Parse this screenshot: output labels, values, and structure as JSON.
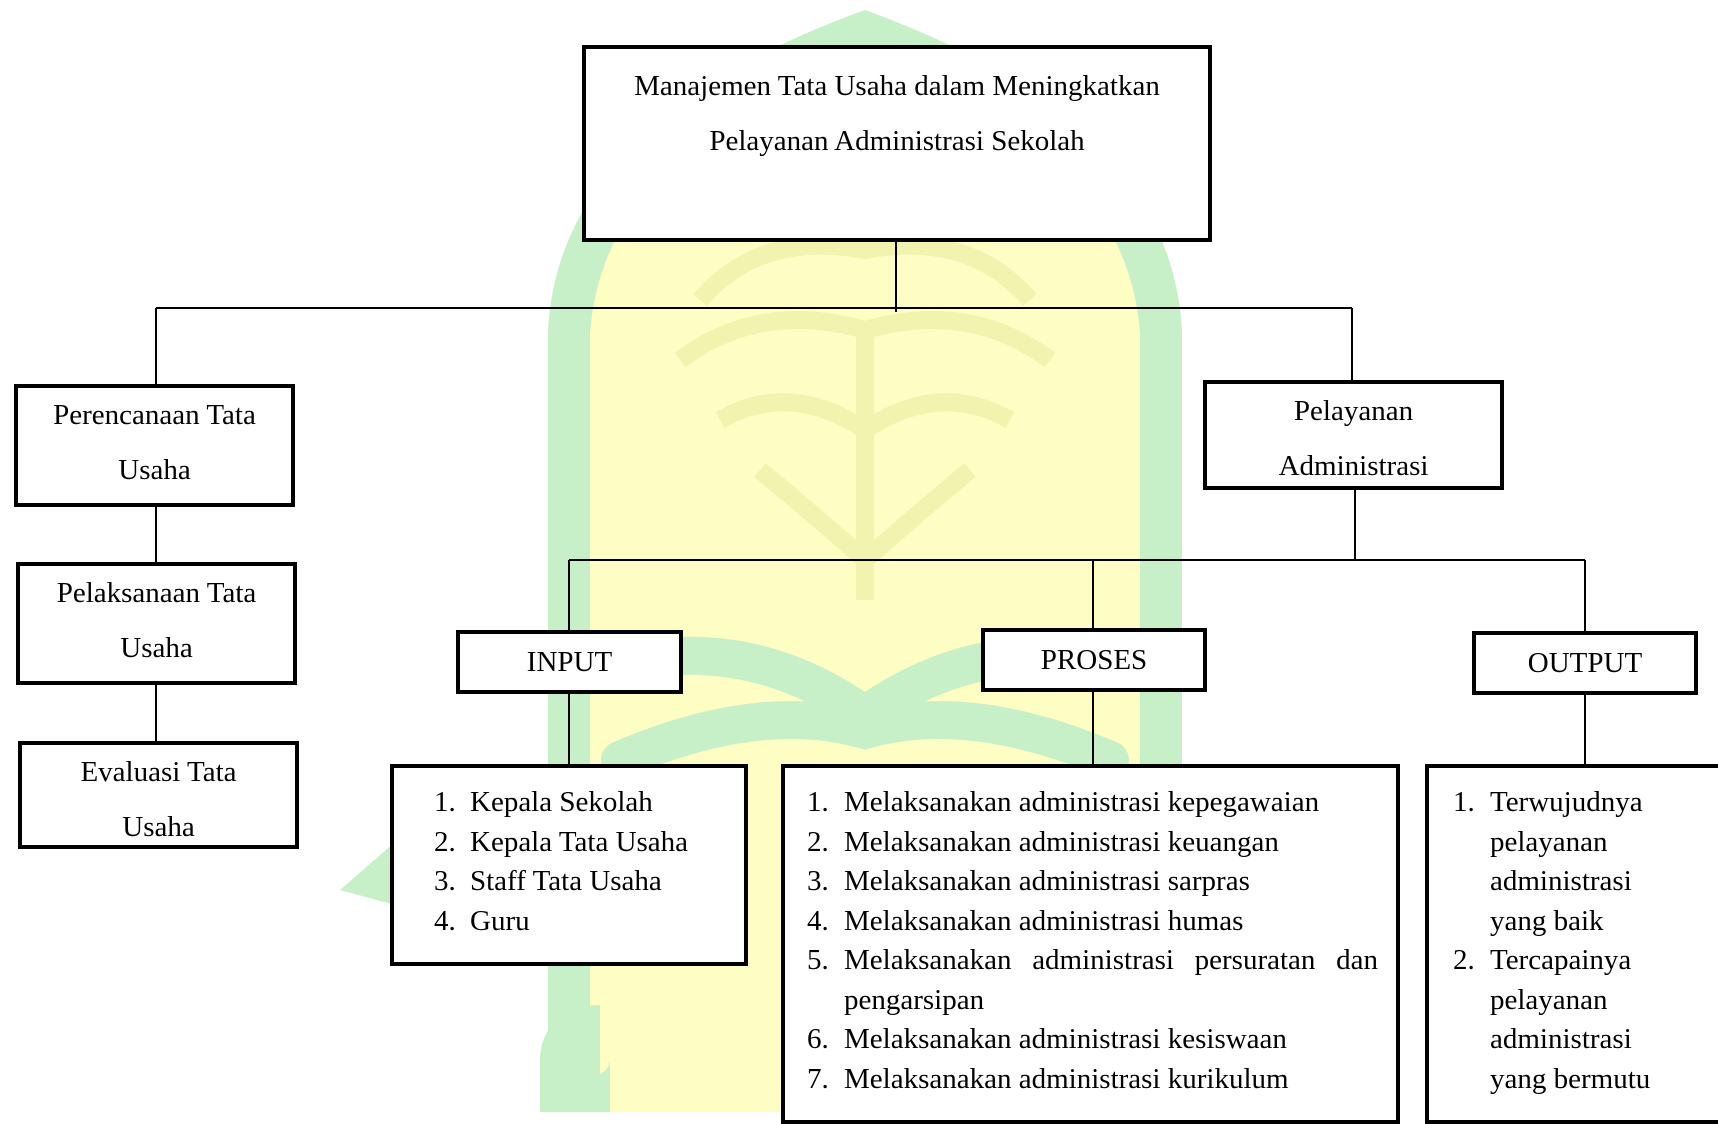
{
  "diagram": {
    "root": "Manajemen Tata Usaha dalam Meningkatkan Pelayanan Administrasi Sekolah",
    "left_branch": [
      {
        "label": "Perencanaan Tata Usaha"
      },
      {
        "label": "Pelaksanaan Tata Usaha"
      },
      {
        "label": "Evaluasi Tata Usaha"
      }
    ],
    "right_branch": {
      "label": "Pelayanan Administrasi",
      "stages": [
        {
          "label": "INPUT",
          "items": [
            {
              "n": "1.",
              "text": "Kepala Sekolah"
            },
            {
              "n": "2.",
              "text": "Kepala Tata Usaha"
            },
            {
              "n": "3.",
              "text": "Staff Tata Usaha"
            },
            {
              "n": "4.",
              "text": "Guru"
            }
          ]
        },
        {
          "label": "PROSES",
          "items": [
            {
              "n": "1.",
              "text": "Melaksanakan administrasi kepegawaian"
            },
            {
              "n": "2.",
              "text": "Melaksanakan administrasi keuangan"
            },
            {
              "n": "3.",
              "text": "Melaksanakan administrasi sarpras"
            },
            {
              "n": "4.",
              "text": "Melaksanakan administrasi humas"
            },
            {
              "n": "5.",
              "text": "Melaksanakan administrasi persuratan dan pengarsipan"
            },
            {
              "n": "6.",
              "text": "Melaksanakan administrasi kesiswaan"
            },
            {
              "n": "7.",
              "text": "Melaksanakan administrasi kurikulum"
            }
          ]
        },
        {
          "label": "OUTPUT",
          "items": [
            {
              "n": "1.",
              "text": "Terwujudnya pelayanan administrasi yang baik"
            },
            {
              "n": "2.",
              "text": "Tercapainya pelayanan administrasi yang bermutu"
            }
          ]
        }
      ]
    }
  },
  "colors": {
    "watermark_green": "#c8f0c8",
    "watermark_yellow": "#fdfdc4",
    "watermark_ornament": "#f3f3b0",
    "line": "#000000"
  }
}
